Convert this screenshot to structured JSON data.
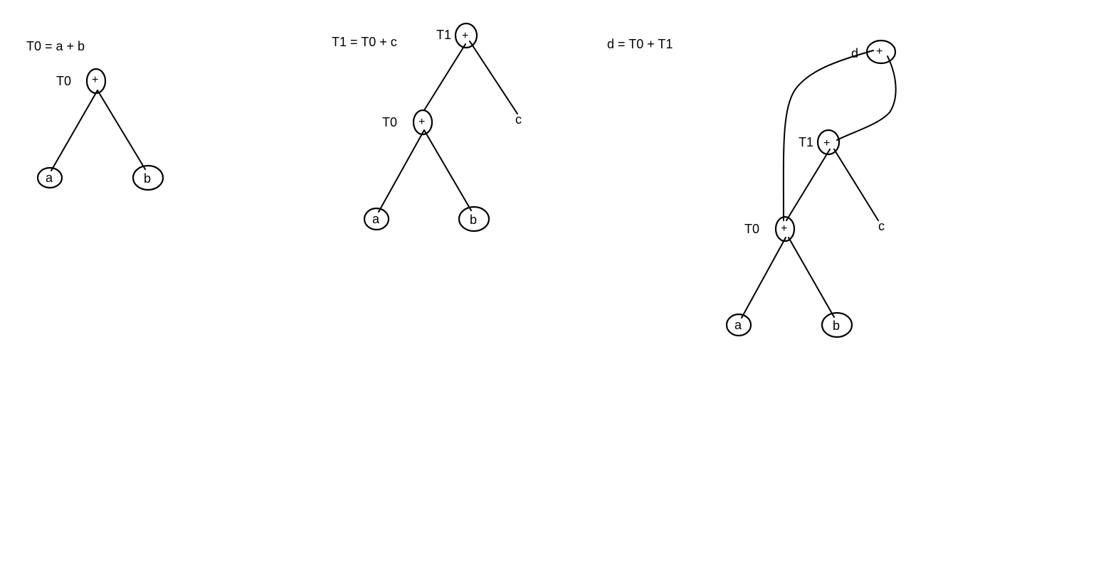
{
  "diagrams": [
    {
      "equation": "T0 = a + b",
      "root_label": "T0",
      "root_op": "+",
      "left_leaf": "a",
      "right_leaf": "b"
    },
    {
      "equation": "T1 = T0 + c",
      "root_label": "T1",
      "root_op": "+",
      "inner_label": "T0",
      "inner_op": "+",
      "left_leaf": "a",
      "right_leaf": "b",
      "right_child": "c"
    },
    {
      "equation": "d = T0 + T1",
      "root_label": "d",
      "root_op": "+",
      "mid_label": "T1",
      "mid_op": "+",
      "inner_label": "T0",
      "inner_op": "+",
      "left_leaf": "a",
      "right_leaf": "b",
      "mid_right_child": "c"
    }
  ]
}
